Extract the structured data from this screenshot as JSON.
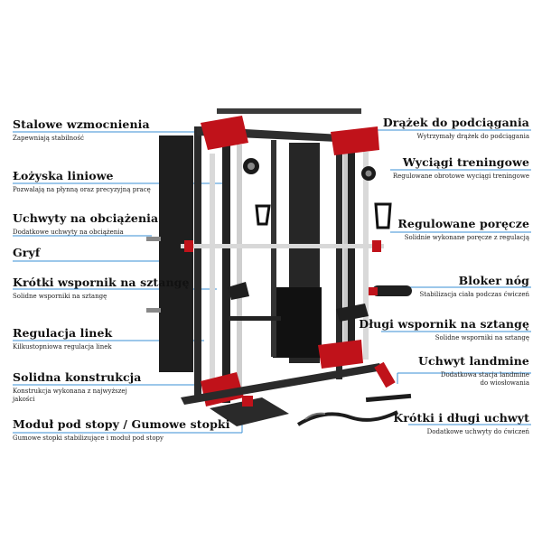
{
  "left_labels": [
    {
      "title": "Stalowe wzmocnienia",
      "desc": "Zapewniają stabilność"
    },
    {
      "title": "Łożyska liniowe",
      "desc": "Pozwalają na płynną oraz precyzyjną pracę"
    },
    {
      "title": "Uchwyty na obciążenia",
      "desc": "Dodatkowe uchwyty na obciążenia"
    },
    {
      "title": "Gryf",
      "desc": ""
    },
    {
      "title": "Krótki wspornik na sztangę",
      "desc": "Solidne wsporniki na sztangę"
    },
    {
      "title": "Regulacja linek",
      "desc": "Kilkustopniowa regulacja linek"
    },
    {
      "title": "Solidna konstrukcja",
      "desc": "Konstrukcja wykonana z najwyższej jakości"
    },
    {
      "title": "Moduł pod stopy / Gumowe stopki",
      "desc": "Gumowe stopki stabilizujące i moduł pod stopy"
    }
  ],
  "right_labels": [
    {
      "title": "Drążek do podciągania",
      "desc": "Wytrzymały drążek do podciągania"
    },
    {
      "title": "Wyciągi treningowe",
      "desc": "Regulowane obrotowe wyciągi treningowe"
    },
    {
      "title": "Regulowane poręcze",
      "desc": "Solidnie wykonane poręcze z regulacją"
    },
    {
      "title": "Bloker nóg",
      "desc": "Stabilizacja ciała podczas ćwiczeń"
    },
    {
      "title": "Długi wspornik na sztangę",
      "desc": "Solidne wsporniki na sztangę"
    },
    {
      "title": "Uchwyt landmine",
      "desc": "Dodatkowa stacja landmine do wiosłowania"
    },
    {
      "title": "Krótki i długi uchwyt",
      "desc": "Dodatkowe uchwyty do ćwiczeń"
    }
  ],
  "colors": {
    "line": "#3a8fd6",
    "frame": "#2a2a2a",
    "accent": "#c0121a",
    "rail": "#d9d9d9"
  }
}
